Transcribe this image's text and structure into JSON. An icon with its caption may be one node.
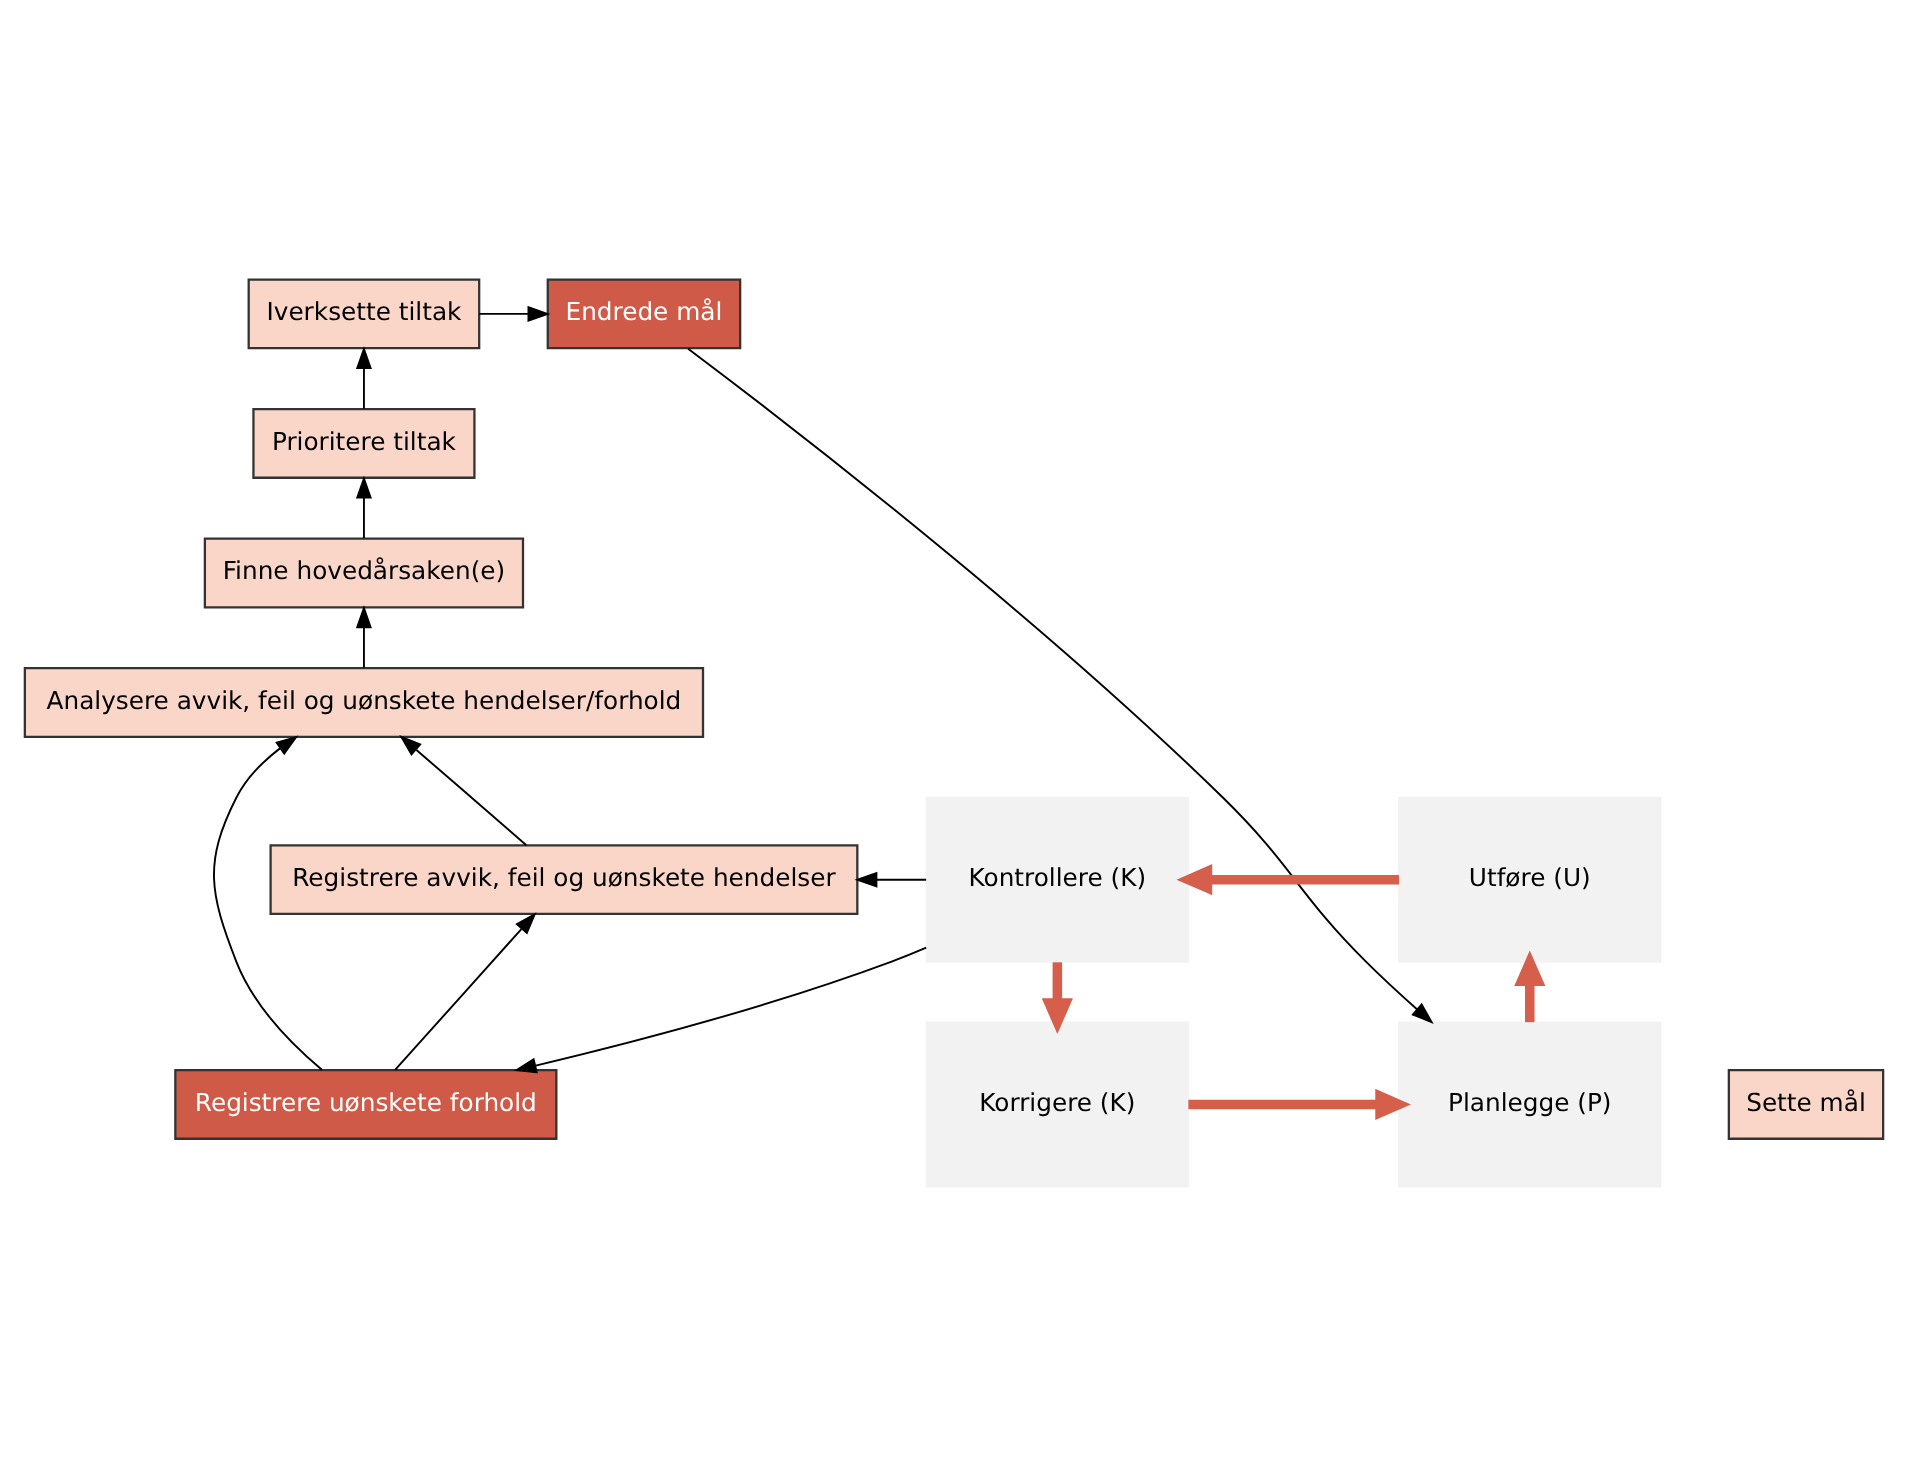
{
  "diagram": {
    "nodes": [
      {
        "text": [
          "Iverksette tiltak"
        ]
      },
      {
        "text": [
          "Prioritere tiltak"
        ]
      },
      {
        "text": [
          "Finne hovedårsaken(e)"
        ]
      },
      {
        "text": [
          "Analysere avvik, feil og uønskete hendelser/forhold"
        ]
      },
      {
        "text": [
          "Registrere avvik, feil og uønskete hendelser"
        ]
      },
      {
        "text": [
          "Registrere uønskete forhold"
        ]
      },
      {
        "text": [
          "Endrede mål"
        ]
      },
      {
        "text": [
          "Sette mål"
        ]
      },
      {
        "text": [
          "Korrigere (K)"
        ]
      },
      {
        "text": [
          "Planlegge (P)"
        ]
      },
      {
        "text": [
          "Kontrollere (K)"
        ]
      },
      {
        "text": [
          "Utføre (U)"
        ]
      }
    ],
    "edges": [
      {
        "from": 5,
        "to": 4,
        "arrow": "to"
      },
      {
        "from": 4,
        "to": 3,
        "arrow": "to"
      },
      {
        "from": 3,
        "to": 2,
        "arrow": "to"
      },
      {
        "from": 2,
        "to": 1,
        "arrow": "to"
      },
      {
        "from": 1,
        "to": 0,
        "arrow": "to"
      },
      {
        "from": 5,
        "to": 3,
        "arrow": "to"
      },
      {
        "from": 0,
        "to": 6,
        "arrow": "to"
      },
      {
        "from": 6,
        "to": 9,
        "arrow": "to"
      },
      {
        "from": 8,
        "to": 9,
        "arrow": "to",
        "style": "thick",
        "color": "#d65f4b"
      },
      {
        "from": 9,
        "to": 11,
        "arrow": "to",
        "style": "thick",
        "color": "#d65f4b"
      },
      {
        "from": 11,
        "to": 10,
        "arrow": "to",
        "style": "thick",
        "color": "#d65f4b"
      },
      {
        "from": 10,
        "to": 8,
        "arrow": "to",
        "style": "thick",
        "color": "#d65f4b"
      },
      {
        "from": 10,
        "to": 4,
        "arrow": "to"
      },
      {
        "from": 10,
        "to": 5,
        "arrow": "to"
      }
    ]
  }
}
